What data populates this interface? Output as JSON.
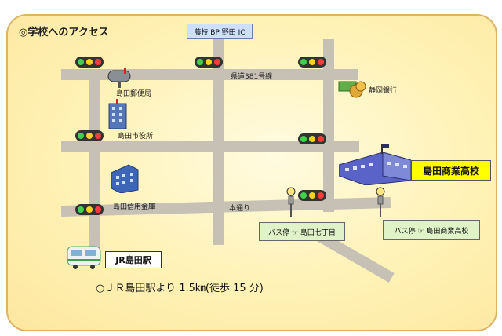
{
  "title": "◎学校へのアクセス",
  "top_sign": "藤枝 BP 野田 IC",
  "road_labels": {
    "prefectural_road": "県道381号線",
    "main_street": "本通り"
  },
  "places": {
    "post_office": "島田郵便局",
    "city_hall": "島田市役所",
    "bank": "静岡銀行",
    "credit_union": "島田信用金庫"
  },
  "school": "島田商業高校",
  "station": "JR島田駅",
  "bus_stops": [
    "バス停 ☞ 島田七丁目",
    "バス停 ☞ 島田商業高校"
  ],
  "access_note": "○ＪＲ島田駅より 1.5㎞(徒歩 15 分)",
  "colors": {
    "frame": "#ddb26a",
    "road": "#c7c1b5",
    "school_label_bg": "#ffff00",
    "bus_box_bg": "#dff2c8",
    "sign_bg": "#cfe0ff"
  },
  "icons": [
    "traffic-signal-icon",
    "mailbox-icon",
    "building-icon",
    "money-icon",
    "school-building-icon",
    "train-icon",
    "bus-stop-icon"
  ]
}
